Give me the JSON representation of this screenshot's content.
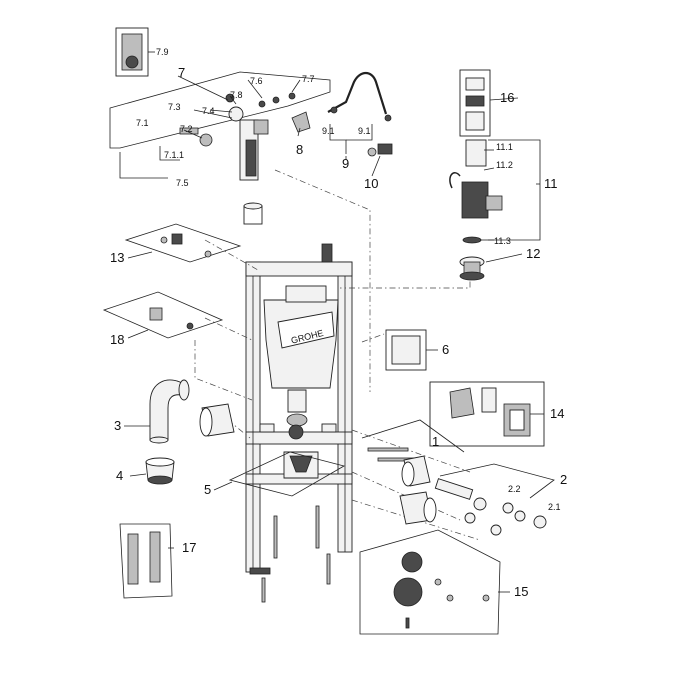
{
  "brand_mark": "GROHE",
  "labels": {
    "l_7_9": "7.9",
    "l_7": "7",
    "l_7_6": "7.6",
    "l_7_7": "7.7",
    "l_7_8": "7.8",
    "l_7_3": "7.3",
    "l_7_4": "7.4",
    "l_7_1": "7.1",
    "l_7_2": "7.2",
    "l_7_1_1": "7.1.1",
    "l_7_5": "7.5",
    "l_8": "8",
    "l_9_1a": "9.1",
    "l_9_1b": "9.1",
    "l_9": "9",
    "l_10": "10",
    "l_16": "16",
    "l_11_1": "11.1",
    "l_11_2": "11.2",
    "l_11": "11",
    "l_11_3": "11.3",
    "l_12": "12",
    "l_13": "13",
    "l_18": "18",
    "l_6": "6",
    "l_3": "3",
    "l_14": "14",
    "l_1": "1",
    "l_4": "4",
    "l_2": "2",
    "l_2_2": "2.2",
    "l_2_1": "2.1",
    "l_5": "5",
    "l_17": "17",
    "l_15": "15"
  }
}
